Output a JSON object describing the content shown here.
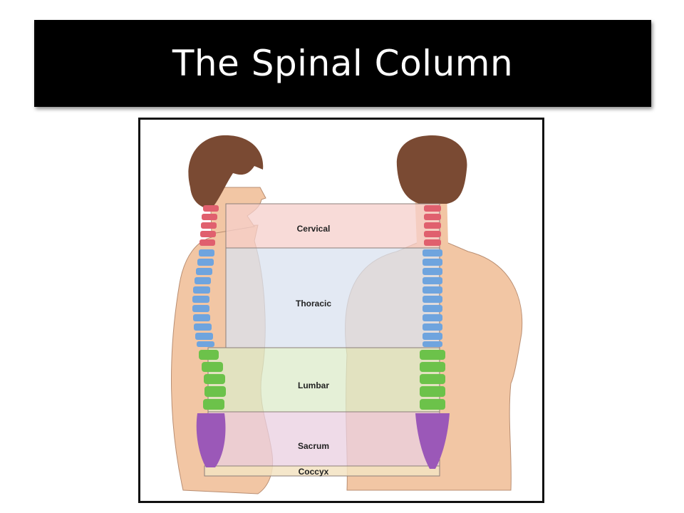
{
  "slide": {
    "title": "The Spinal Column"
  },
  "figure": {
    "regions": [
      {
        "label": "Cervical",
        "color": "#f6cfcb"
      },
      {
        "label": "Thoracic",
        "color": "#d9e2ef"
      },
      {
        "label": "Lumbar",
        "color": "#dcebc9"
      },
      {
        "label": "Sacrum",
        "color": "#e9cfe0"
      },
      {
        "label": "Coccyx",
        "color": "#f3e3c2"
      }
    ],
    "vertebra_colors": {
      "cervical": "#e0606e",
      "thoracic": "#6fa4de",
      "lumbar": "#6cc24a",
      "sacrum": "#9b58b8"
    },
    "skin_color": "#f2c6a4",
    "hair_color": "#7a4a33"
  }
}
